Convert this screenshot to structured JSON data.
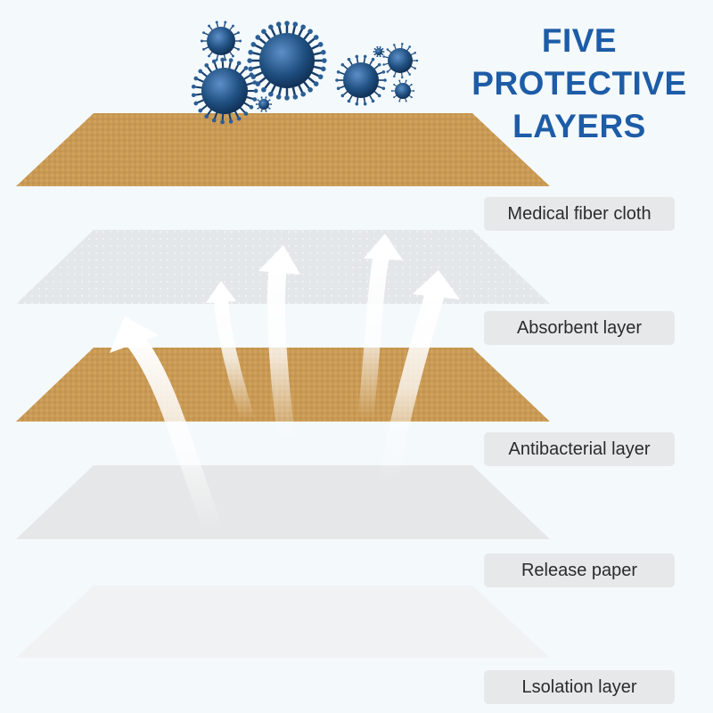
{
  "title": {
    "lines": [
      "FIVE",
      "PROTECTIVE",
      "LAYERS"
    ]
  },
  "colors": {
    "title": "#1d5ca6",
    "fiber_layer": "#c99a55",
    "absorbent_layer": "#e4e7ea",
    "release_layer": "#e6e7e8",
    "isolation_layer": "#f1f2f3",
    "virus": "#1f4f80",
    "label_bg": "#e7e8ea"
  },
  "layers": [
    {
      "label": "Medical fiber cloth"
    },
    {
      "label": "Absorbent layer"
    },
    {
      "label": "Antibacterial layer"
    },
    {
      "label": "Release paper"
    },
    {
      "label": "Lsolation layer"
    }
  ],
  "icons": [
    "virus-icon",
    "airflow-arrow-icon"
  ]
}
